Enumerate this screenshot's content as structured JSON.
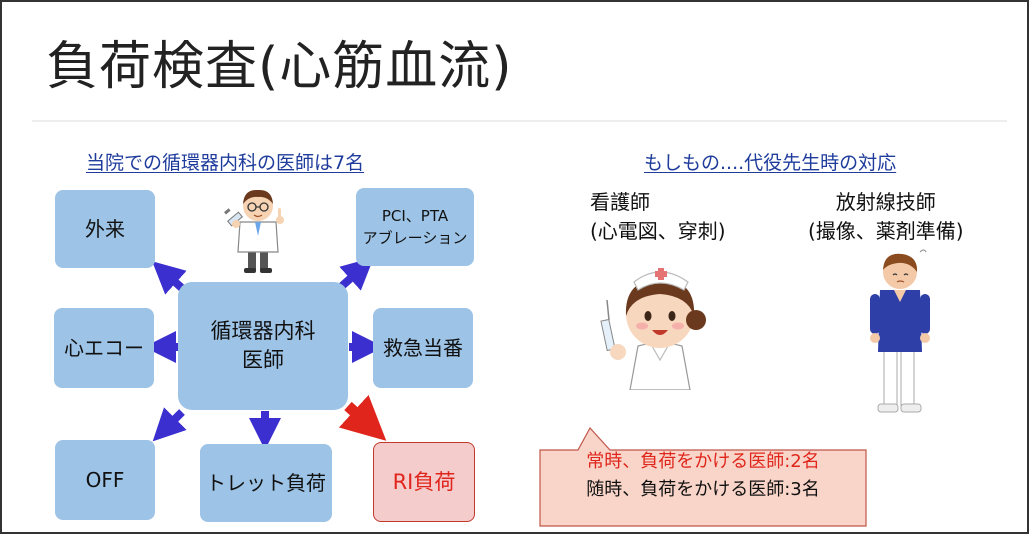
{
  "title": "負荷検査(心筋血流)",
  "left_heading": "当院での循環器内科の医師は7名",
  "right_heading": "もしもの....代役先生時の対応",
  "center_box": {
    "line1": "循環器内科",
    "line2": "医師"
  },
  "boxes": {
    "outpatient": "外来",
    "pci": {
      "line1": "PCI、PTA",
      "line2": "アブレーション"
    },
    "echo": "心エコー",
    "emergency": "救急当番",
    "off": "OFF",
    "treadmill": "トレット負荷",
    "ri": "RI負荷"
  },
  "roles": {
    "nurse": {
      "line1": "看護師",
      "line2": "(心電図、穿刺)"
    },
    "tech": {
      "line1": "放射線技師",
      "line2": "(撮像、薬剤準備)"
    }
  },
  "callout": {
    "line1": "常時、負荷をかける医師:2名",
    "line2": "随時、負荷をかける医師:3名"
  },
  "colors": {
    "box_fill": "#9dc3e6",
    "arrow": "#3b2fd0",
    "arrow_red": "#e0261c",
    "callout_fill": "#f8d5c8",
    "heading": "#1f3c9c"
  }
}
